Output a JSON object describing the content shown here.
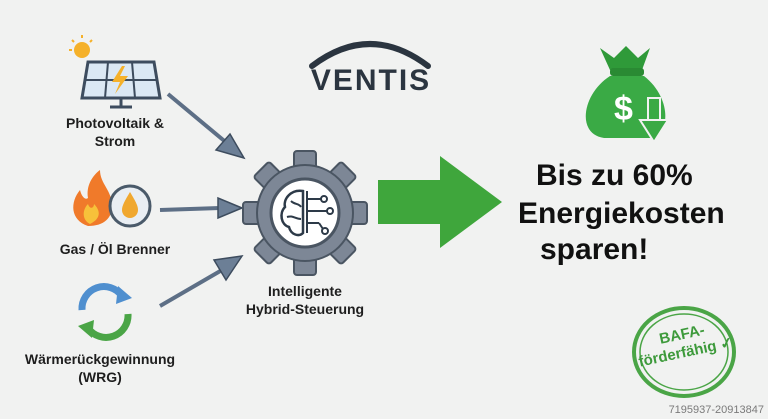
{
  "brand": {
    "name": "VENTIS"
  },
  "sources": [
    {
      "label_line1": "Photovoltaik &",
      "label_line2": "Strom",
      "icon": "solar-panel-icon"
    },
    {
      "label_line1": "Gas / Öl Brenner",
      "label_line2": "",
      "icon": "flame-oil-drop-icon"
    },
    {
      "label_line1": "Wärmerückgewinnung",
      "label_line2": "(WRG)",
      "icon": "recycle-arrows-icon"
    }
  ],
  "controller": {
    "label_line1": "Intelligente",
    "label_line2": "Hybrid-Steuerung",
    "icon": "gear-brain-icon"
  },
  "result": {
    "line1": "Bis zu 60%",
    "line2": "Energiekosten",
    "line3": "sparen!",
    "icon": "money-bag-down-icon"
  },
  "stamp": {
    "line1": "BAFA-",
    "line2": "förderfähig ✓",
    "color": "#4aa546"
  },
  "image_id": "7195937-20913847",
  "colors": {
    "green": "#3fa63c",
    "arrow_gray": "#6c7f96",
    "gear_gray": "#7d8796",
    "dark_navy": "#2b3540"
  }
}
